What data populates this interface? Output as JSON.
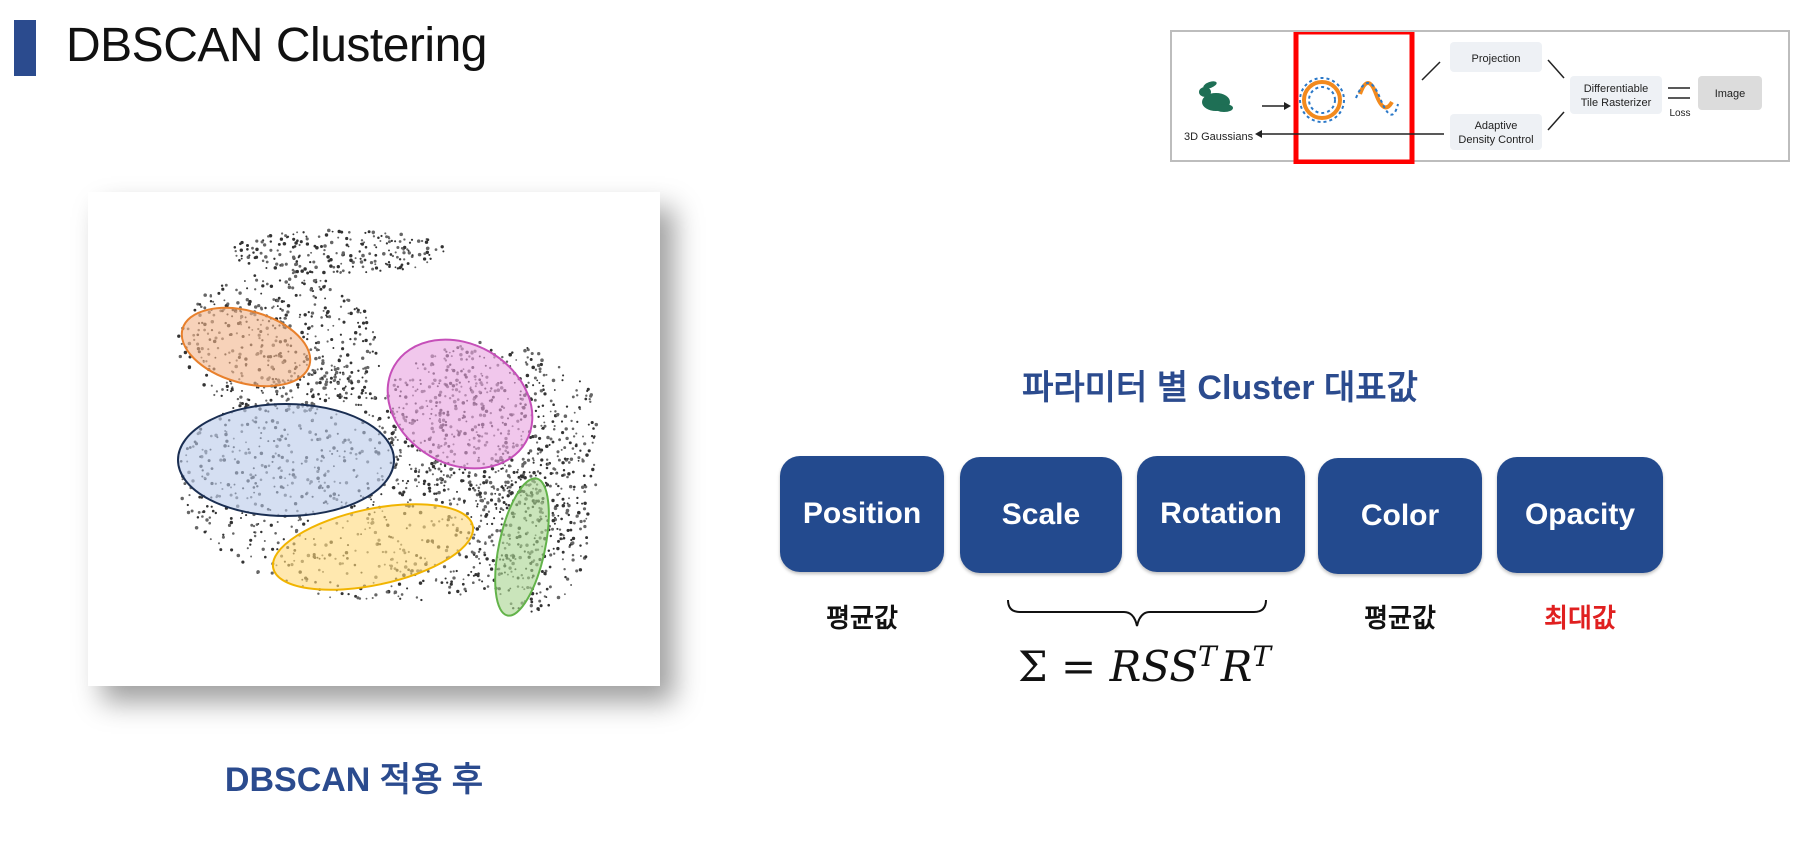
{
  "title": "DBSCAN Clustering",
  "pipeline": {
    "gaussians_label": "3D Gaussians",
    "projection_label": "Projection",
    "rasterizer_label_line1": "Differentiable",
    "rasterizer_label_line2": "Tile Rasterizer",
    "image_label": "Image",
    "loss_label": "Loss",
    "density_label_line1": "Adaptive",
    "density_label_line2": "Density Control",
    "highlight_color": "#ff0000"
  },
  "figure": {
    "caption": "DBSCAN 적용 후",
    "cluster_colors": [
      "#f2b48a",
      "#e8a2e0",
      "#b9c9ea",
      "#ffd97a",
      "#a7d48e"
    ]
  },
  "parameters": {
    "heading": "파라미터 별 Cluster 대표값",
    "items": [
      {
        "label": "Position",
        "note": "평균값"
      },
      {
        "label": "Scale",
        "note": ""
      },
      {
        "label": "Rotation",
        "note": ""
      },
      {
        "label": "Color",
        "note": "평균값"
      },
      {
        "label": "Opacity",
        "note": "최대값"
      }
    ],
    "formula": {
      "left": "Σ = ",
      "rss": "RSS",
      "t1": "T",
      "r": "R",
      "t2": "T"
    },
    "box_color": "#234a8e",
    "max_note_color": "#e02020"
  }
}
